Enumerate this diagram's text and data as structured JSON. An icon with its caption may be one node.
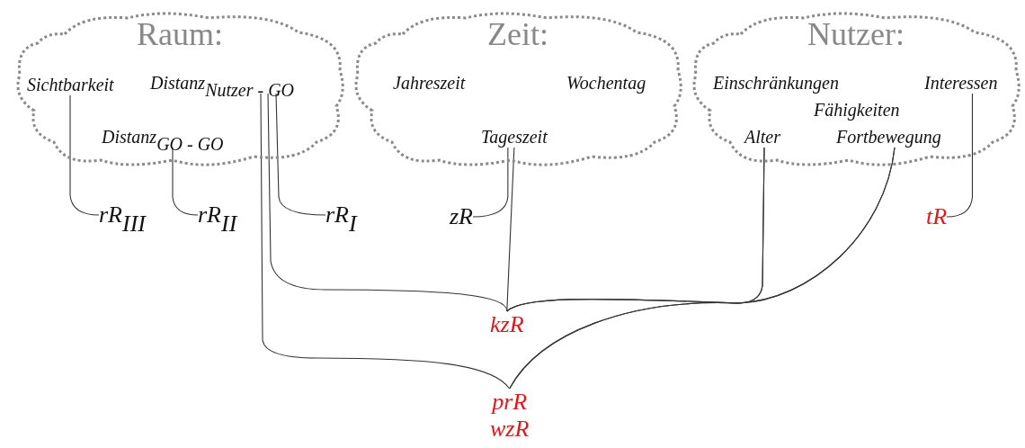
{
  "diagram": {
    "nodes": [
      {
        "text": [
          "Raum:"
        ]
      },
      {
        "text": [
          "Sichtbarkeit"
        ],
        "in": 0
      },
      {
        "text": [
          "Distanz$_{Nutzer - GO}$"
        ],
        "in": 0
      },
      {
        "text": [
          "Distanz$_{GO - GO}$"
        ],
        "in": 0
      },
      {
        "text": [
          "Zeit:"
        ]
      },
      {
        "text": [
          "Jahreszeit"
        ],
        "in": 4
      },
      {
        "text": [
          "Wochentag"
        ],
        "in": 4
      },
      {
        "text": [
          "Tageszeit"
        ],
        "in": 4
      },
      {
        "text": [
          "Nutzer:"
        ]
      },
      {
        "text": [
          "Einschränkungen"
        ],
        "in": 8
      },
      {
        "text": [
          "Interessen"
        ],
        "in": 8
      },
      {
        "text": [
          "Fähigkeiten"
        ],
        "in": 8
      },
      {
        "text": [
          "Alter"
        ],
        "in": 8
      },
      {
        "text": [
          "Fortbewegung"
        ],
        "in": 8
      },
      {
        "text": [
          "rR$_{III}$"
        ]
      },
      {
        "text": [
          "rR$_{II}$"
        ]
      },
      {
        "text": [
          "rR$_{I}$"
        ]
      },
      {
        "text": [
          "zR"
        ]
      },
      {
        "text": [
          "tR"
        ]
      },
      {
        "text": [
          "kzR"
        ]
      },
      {
        "text": [
          "prR",
          "wzR"
        ]
      }
    ],
    "edges": [
      {
        "from": 1,
        "to": 14,
        "arrow": "none"
      },
      {
        "from": 3,
        "to": 15,
        "arrow": "none"
      },
      {
        "from": 2,
        "to": 16,
        "arrow": "none"
      },
      {
        "from": 7,
        "to": 17,
        "arrow": "none"
      },
      {
        "from": 10,
        "to": 18,
        "arrow": "none"
      },
      {
        "from": 2,
        "to": 19,
        "arrow": "none"
      },
      {
        "from": 7,
        "to": 19,
        "arrow": "none"
      },
      {
        "from": 12,
        "to": 19,
        "arrow": "none"
      },
      {
        "from": 13,
        "to": 19,
        "arrow": "none"
      },
      {
        "from": 2,
        "to": 20,
        "arrow": "none"
      },
      {
        "from": 12,
        "to": 20,
        "arrow": "none"
      },
      {
        "from": 13,
        "to": 20,
        "arrow": "none"
      }
    ]
  }
}
